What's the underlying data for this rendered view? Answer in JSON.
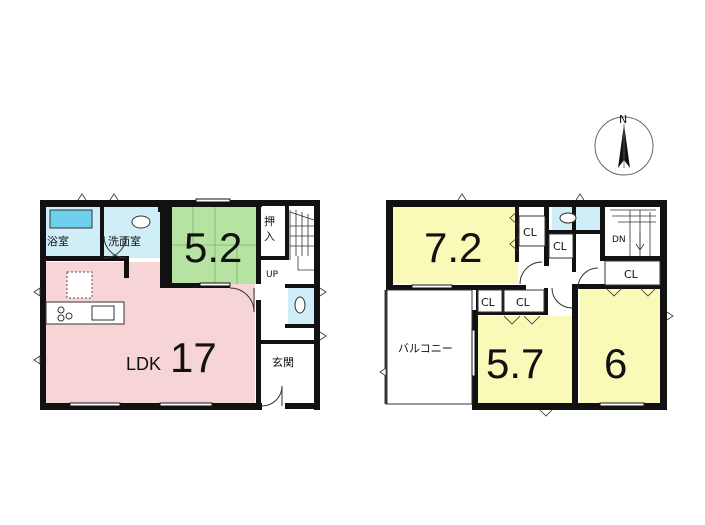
{
  "compass": {
    "label": "N"
  },
  "floor1": {
    "bath": "浴室",
    "washroom": "洗面室",
    "japanese_room_size": "5.2",
    "storage": "押\n入",
    "storage_line1": "押",
    "storage_line2": "入",
    "stairs_up": "UP",
    "ldk_prefix": "LDK",
    "ldk_size": "17",
    "entrance": "玄関"
  },
  "floor2": {
    "room_a_size": "7.2",
    "room_b_size": "5.7",
    "room_c_size": "6",
    "balcony": "バルコニー",
    "closet": "CL",
    "stairs_down": "DN"
  },
  "colors": {
    "ldk": "#f7d4d6",
    "tatami": "#b6e2a2",
    "western_room": "#fafab8",
    "wet_area": "#cfeef8",
    "wall": "#111111"
  }
}
